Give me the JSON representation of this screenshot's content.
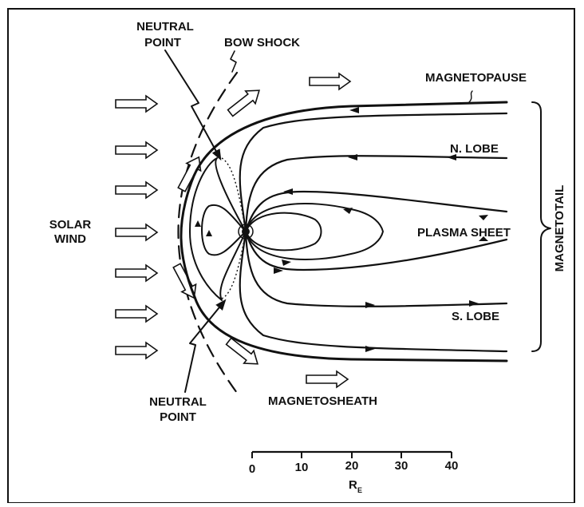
{
  "labels": {
    "neutral_point_top_1": "NEUTRAL",
    "neutral_point_top_2": "POINT",
    "bow_shock": "BOW SHOCK",
    "magnetopause": "MAGNETOPAUSE",
    "n_lobe": "N. LOBE",
    "solar_wind_1": "SOLAR",
    "solar_wind_2": "WIND",
    "plasma_sheet": "PLASMA SHEET",
    "s_lobe": "S. LOBE",
    "neutral_point_bottom_1": "NEUTRAL",
    "neutral_point_bottom_2": "POINT",
    "magnetosheath": "MAGNETOSHEATH",
    "magnetotail": "MAGNETOTAIL"
  },
  "scale": {
    "ticks": [
      "0",
      "10",
      "20",
      "30",
      "40"
    ],
    "unit_main": "R",
    "unit_sub": "E"
  }
}
